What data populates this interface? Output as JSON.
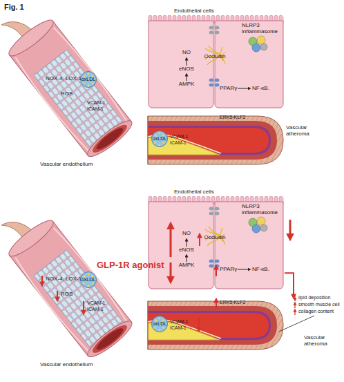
{
  "diagram": {
    "title": "Fig. 1",
    "nodes": [
      {
        "text": [
          "Endothelial cells"
        ]
      },
      {
        "text": [
          "Vascular endothelium"
        ]
      },
      {
        "text": [
          "oxLDL"
        ],
        "in": 1
      },
      {
        "text": [
          "Vascular atheroma"
        ]
      },
      {
        "text": [
          "oxLDL"
        ],
        "in": 3
      },
      {
        "text": [
          "Endothelial cells"
        ]
      },
      {
        "text": [
          "Vascular endothelium"
        ]
      },
      {
        "text": [
          "oxLDL"
        ],
        "in": 6
      },
      {
        "text": [
          "Vascular atheroma"
        ]
      },
      {
        "text": [
          "oxLDL"
        ],
        "in": 8
      }
    ],
    "edges": [
      {
        "from": 5,
        "to": 8,
        "arrow": "to"
      }
    ],
    "labels": [
      "NOX-4, LOX-1",
      "ROS",
      "VCAM-1",
      "ICAM-1",
      "NLRP3 inflammasome",
      "NO",
      "eNOS",
      "AMPK",
      "Occludin",
      "PPARγ",
      "NF-κB.",
      "ERK5-KLF2",
      "VCAM-1",
      "ICAM-1",
      "GLP-1R agonist",
      "NOX-4, LOX-1",
      "ROS",
      "VCAM-1",
      "ICAM-1",
      "NLRP3 inflammasome",
      "NO",
      "eNOS",
      "AMPK",
      "Occludin",
      "PPARγ",
      "NF-κB.",
      "ERK5-KLF2",
      "VCAM-1",
      "ICAM-1",
      "lipid deposition",
      "smooth muscle cell",
      "collagen content"
    ]
  }
}
